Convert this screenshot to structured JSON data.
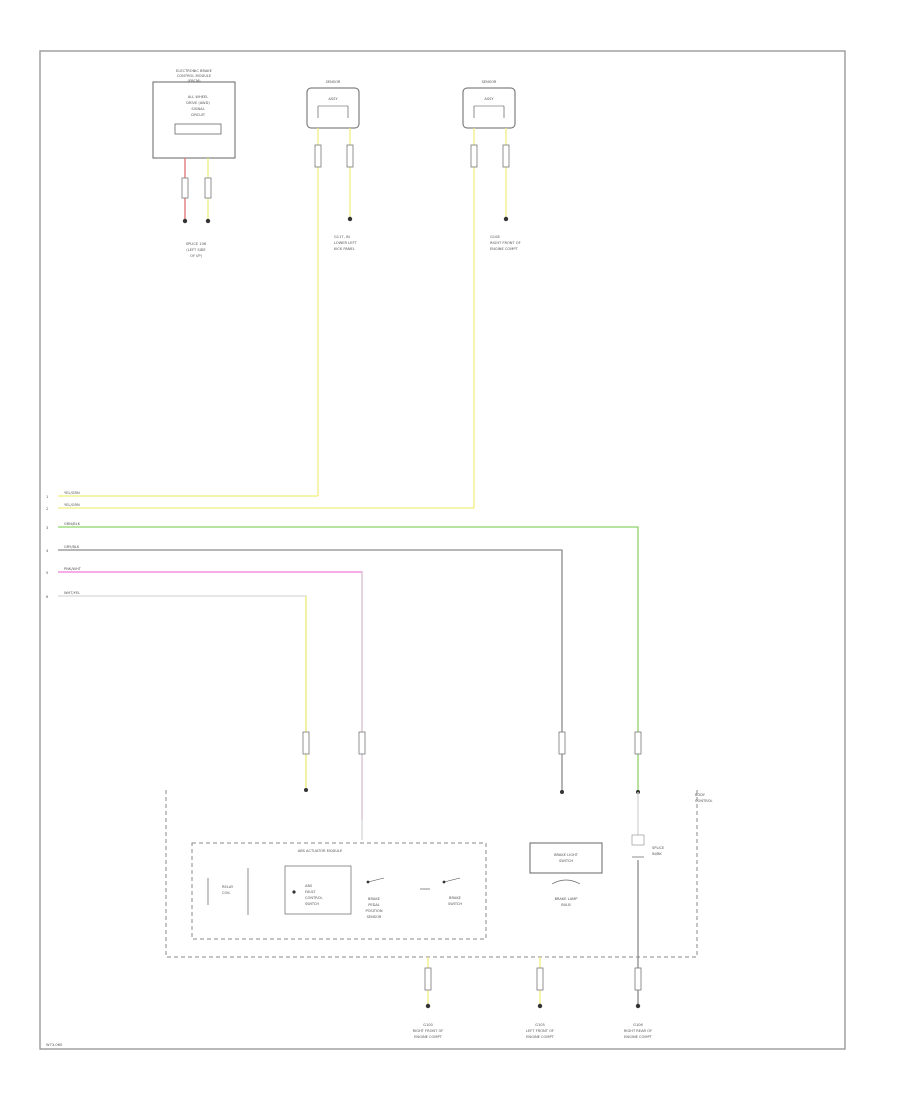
{
  "diagram": {
    "code": "W73-060",
    "colors": {
      "yellow": "#f2ef7c",
      "green": "#8ed36a",
      "gray": "#8c8c8c",
      "pink": "#f07bd8",
      "white": "#d6d6d6",
      "red": "#e07070",
      "frame": "#9a9a9a"
    },
    "components": {
      "ecm": {
        "title_l1": "ELECTRONIC BRAKE",
        "title_l2": "CONTROL MODULE",
        "title_l3": "(EBCM)",
        "inner_l1": "ALL WHEEL",
        "inner_l2": "DRIVE (AWD)",
        "inner_l3": "SIGNAL",
        "inner_l4": "CIRCUIT"
      },
      "sensor_left": {
        "l1": "SENSOR",
        "l2": "ASSY"
      },
      "sensor_right": {
        "l1": "SENSOR",
        "l2": "ASSY"
      },
      "ground_label": {
        "l1": "SPLICE 106",
        "l2": "(LEFT SIDE",
        "l3": "OF I/P)"
      },
      "left_drop": {
        "l1": "G117, IN",
        "l2": "LOWER LEFT",
        "l3": "KICK PANEL"
      },
      "right_drop": {
        "l1": "G108",
        "l2": "RIGHT FRONT OF",
        "l3": "ENGINE COMPT"
      },
      "module": {
        "title": "ABS ACTUATOR MODULE",
        "item1_l1": "RELAY",
        "item1_l2": "COIL",
        "item2_l1": "ABS",
        "item2_l2": "FAULT",
        "item2_l3": "CONTROL",
        "item2_l4": "SWITCH",
        "item3_l1": "BRAKE",
        "item3_l2": "PEDAL",
        "item3_l3": "POSITION",
        "item3_l4": "SENSOR",
        "item4_l1": "BRAKE",
        "item4_l2": "SWITCH"
      },
      "brake_lamp": {
        "label_l1": "BRAKE LIGHT",
        "label_l2": "SWITCH",
        "caption_l1": "BRAKE LAMP",
        "caption_l2": "BULB"
      },
      "body_ctrl": {
        "l1": "BODY",
        "l2": "CONTROL"
      },
      "splice": {
        "l1": "SPLICE",
        "l2": "IN/BK"
      },
      "grounds": [
        {
          "l1": "G100",
          "l2": "RIGHT FRONT OF",
          "l3": "ENGINE COMPT"
        },
        {
          "l1": "G105",
          "l2": "LEFT FRONT OF",
          "l3": "ENGINE COMPT"
        },
        {
          "l1": "G106",
          "l2": "RIGHT REAR OF",
          "l3": "ENGINE COMPT"
        }
      ]
    },
    "wire_labels": [
      {
        "num": "1",
        "label": "YEL/GRN"
      },
      {
        "num": "2",
        "label": "YEL/GRN"
      },
      {
        "num": "3",
        "label": "GRN/BLK"
      },
      {
        "num": "4",
        "label": "GRY/BLK"
      },
      {
        "num": "5",
        "label": "PNK/WHT"
      },
      {
        "num": "6",
        "label": "WHT/YEL"
      }
    ]
  }
}
